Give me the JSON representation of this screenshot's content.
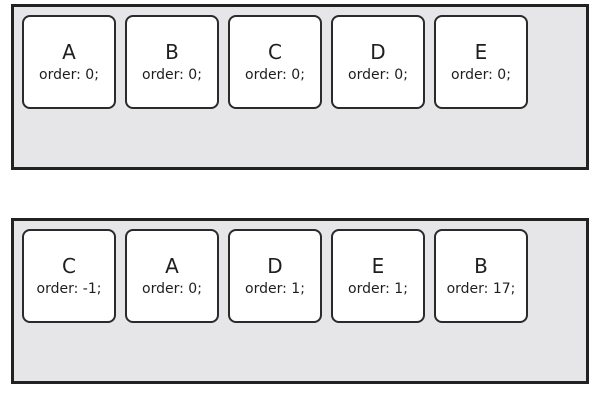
{
  "containers": [
    {
      "items": [
        {
          "letter": "A",
          "order": "order: 0;"
        },
        {
          "letter": "B",
          "order": "order: 0;"
        },
        {
          "letter": "C",
          "order": "order: 0;"
        },
        {
          "letter": "D",
          "order": "order: 0;"
        },
        {
          "letter": "E",
          "order": "order: 0;"
        }
      ]
    },
    {
      "items": [
        {
          "letter": "C",
          "order": "order: -1;"
        },
        {
          "letter": "A",
          "order": "order: 0;"
        },
        {
          "letter": "D",
          "order": "order: 1;"
        },
        {
          "letter": "E",
          "order": "order: 1;"
        },
        {
          "letter": "B",
          "order": "order: 17;"
        }
      ]
    }
  ],
  "colors": {
    "container_background": "#e6e6e8",
    "border": "#222222",
    "item_background": "#ffffff"
  }
}
